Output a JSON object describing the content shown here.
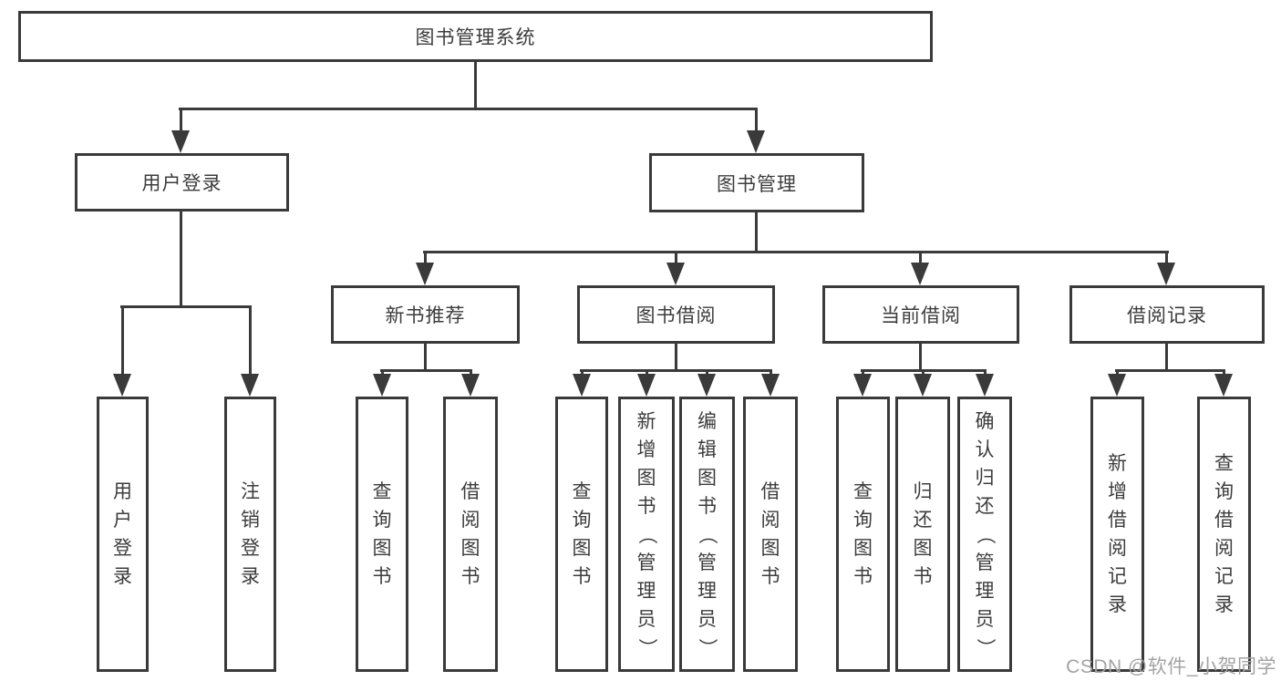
{
  "diagram": {
    "root": "图书管理系统",
    "level2": {
      "user_login": "用户登录",
      "book_management": "图书管理"
    },
    "level3": {
      "new_book_recommend": "新书推荐",
      "book_borrow": "图书借阅",
      "current_borrow": "当前借阅",
      "borrow_records": "借阅记录"
    },
    "leaves": {
      "user_login": [
        "用户登录",
        "注销登录"
      ],
      "new_book_recommend": [
        "查询图书",
        "借阅图书"
      ],
      "book_borrow": [
        "查询图书",
        "新增图书（管理员）",
        "编辑图书（管理员）",
        "借阅图书"
      ],
      "current_borrow": [
        "查询图书",
        "归还图书",
        "确认归还（管理员）"
      ],
      "borrow_records": [
        "新增借阅记录",
        "查询借阅记录"
      ]
    }
  },
  "watermark": "CSDN @软件_小贺同学",
  "colors": {
    "line": "#3a3a3a",
    "text": "#3c3c3e",
    "watermark": "#a3a3a3",
    "background": "#ffffff"
  }
}
